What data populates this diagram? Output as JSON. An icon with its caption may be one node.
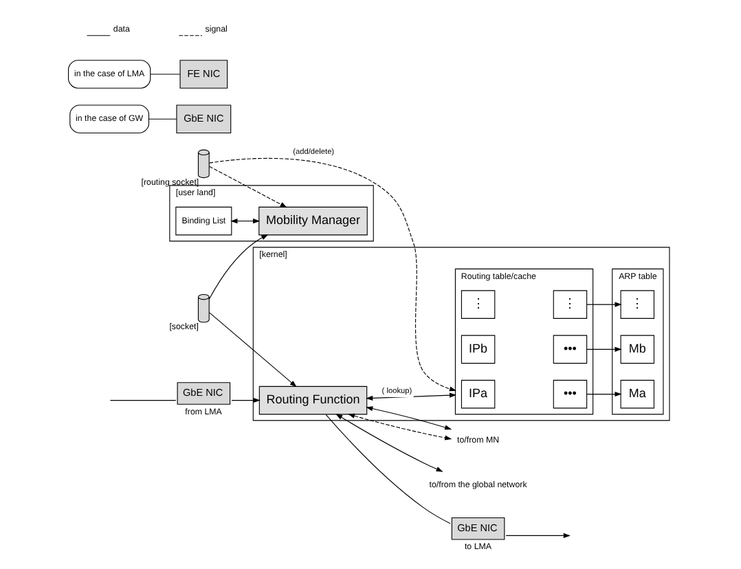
{
  "diagram": {
    "nodes": [
      {
        "text": [
          "[user land]"
        ]
      },
      {
        "text": [
          "Binding List"
        ],
        "in": 0
      },
      {
        "text": [
          "Mobility Manager"
        ],
        "in": 0
      },
      {
        "text": [],
        "shape": "cylinder",
        "beside": [
          "[routing socket]"
        ]
      },
      {
        "text": [],
        "shape": "cylinder",
        "beside": [
          "[socket]"
        ]
      },
      {
        "text": [
          "[kernel]"
        ]
      },
      {
        "text": [
          "GbE NIC"
        ],
        "beside": [
          "from LMA"
        ]
      },
      {
        "text": [
          "Routing Function"
        ],
        "in": 5
      },
      {
        "text": [
          "GbE NIC"
        ],
        "beside": [
          "to LMA"
        ]
      },
      {
        "text": [
          "Routing table/cache"
        ],
        "in": 5
      },
      {
        "text": [
          "IPa"
        ],
        "in": 9
      },
      {
        "text": [
          "•••"
        ],
        "in": 9
      },
      {
        "text": [
          "IPb"
        ],
        "in": 9
      },
      {
        "text": [
          "•••"
        ],
        "in": 9
      },
      {
        "text": [
          "⋮"
        ],
        "in": 9
      },
      {
        "text": [
          "⋮"
        ],
        "in": 9
      },
      {
        "text": [
          "ARP table"
        ],
        "in": 5
      },
      {
        "text": [
          "Ma"
        ],
        "in": 16
      },
      {
        "text": [
          "Mb"
        ],
        "in": 16
      },
      {
        "text": [
          "⋮"
        ],
        "in": 16
      },
      {
        "text": [
          "in the case of GW"
        ]
      },
      {
        "text": [
          "GbE NIC"
        ]
      },
      {
        "text": [
          "FE NIC"
        ]
      },
      {
        "text": [
          "in the case of LMA"
        ]
      },
      {
        "text": [
          "to/from MN"
        ]
      },
      {
        "text": [
          "to/from the global network"
        ]
      }
    ],
    "edges": [
      {
        "from": null,
        "to": 6,
        "arrow": "none"
      },
      {
        "from": 6,
        "to": 7,
        "arrow": "to"
      },
      {
        "from": 7,
        "to": 8,
        "arrow": "none"
      },
      {
        "from": 8,
        "to": null,
        "arrow": "to"
      },
      {
        "from": 1,
        "to": 2,
        "arrow": "both"
      },
      {
        "from": 3,
        "to": 2,
        "arrow": "to",
        "style": "dashed"
      },
      {
        "from": 3,
        "to": 9,
        "arrow": "to",
        "style": "dashed",
        "label": "(add/delete)"
      },
      {
        "from": 4,
        "to": 2,
        "arrow": "to"
      },
      {
        "from": 4,
        "to": 7,
        "arrow": "to"
      },
      {
        "from": 7,
        "to": 9,
        "arrow": "both",
        "label": "( lookup)"
      },
      {
        "from": 11,
        "to": 17,
        "arrow": "to"
      },
      {
        "from": 13,
        "to": 18,
        "arrow": "to"
      },
      {
        "from": 15,
        "to": 19,
        "arrow": "to"
      },
      {
        "from": 7,
        "to": 24,
        "arrow": "both",
        "style": "dashed"
      },
      {
        "from": 7,
        "to": 24,
        "arrow": "both"
      },
      {
        "from": 7,
        "to": 25,
        "arrow": "both"
      },
      {
        "from": 20,
        "to": 21,
        "arrow": "none"
      },
      {
        "from": 23,
        "to": 22,
        "arrow": "none"
      }
    ],
    "legend": [
      {
        "text": "data"
      },
      {
        "text": "signal"
      }
    ]
  }
}
